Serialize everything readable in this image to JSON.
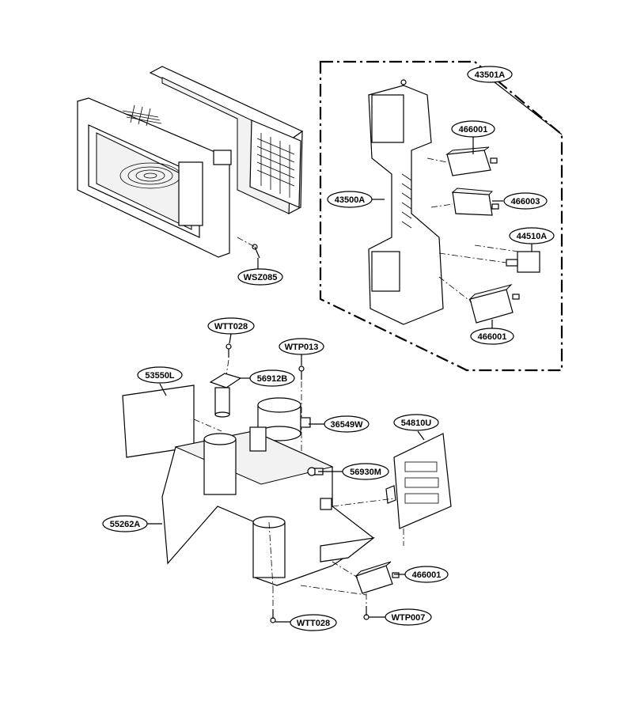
{
  "labels": {
    "wsz085": "WSZ085",
    "p43501a": "43501A",
    "p466001_top": "466001",
    "p43500a": "43500A",
    "p466003": "466003",
    "p44510a": "44510A",
    "p466001_mid": "466001",
    "wtt028_top": "WTT028",
    "wtp013": "WTP013",
    "p53550l": "53550L",
    "p56912b": "56912B",
    "p36549w": "36549W",
    "p54810u": "54810U",
    "p56930m": "56930M",
    "p55262a": "55262A",
    "p466001_bot": "466001",
    "wtt028_bot": "WTT028",
    "wtp007": "WTP007"
  }
}
